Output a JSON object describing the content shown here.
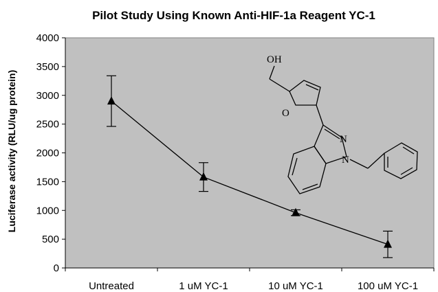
{
  "chart_data": {
    "type": "line",
    "title": "Pilot Study Using Known Anti-HIF-1a Reagent YC-1",
    "ylabel": "Luciferase activity (RLU/ug protein)",
    "xlabel": "",
    "categories": [
      "Untreated",
      "1 uM YC-1",
      "10 uM YC-1",
      "100 uM YC-1"
    ],
    "series": [
      {
        "values": [
          2900,
          1580,
          960,
          410
        ],
        "error": [
          440,
          250,
          50,
          230
        ],
        "marker": "triangle",
        "color": "#000000"
      }
    ],
    "ylim": [
      0,
      4000
    ],
    "yticks": [
      0,
      500,
      1000,
      1500,
      2000,
      2500,
      3000,
      3500,
      4000
    ],
    "grid": false,
    "legend": "none",
    "plot_background": "#c0c0c0",
    "structure_labels": {
      "hydroxyl": "OH",
      "ring_oxygen": "O",
      "nitrogen_1": "N",
      "nitrogen_2": "N"
    }
  }
}
